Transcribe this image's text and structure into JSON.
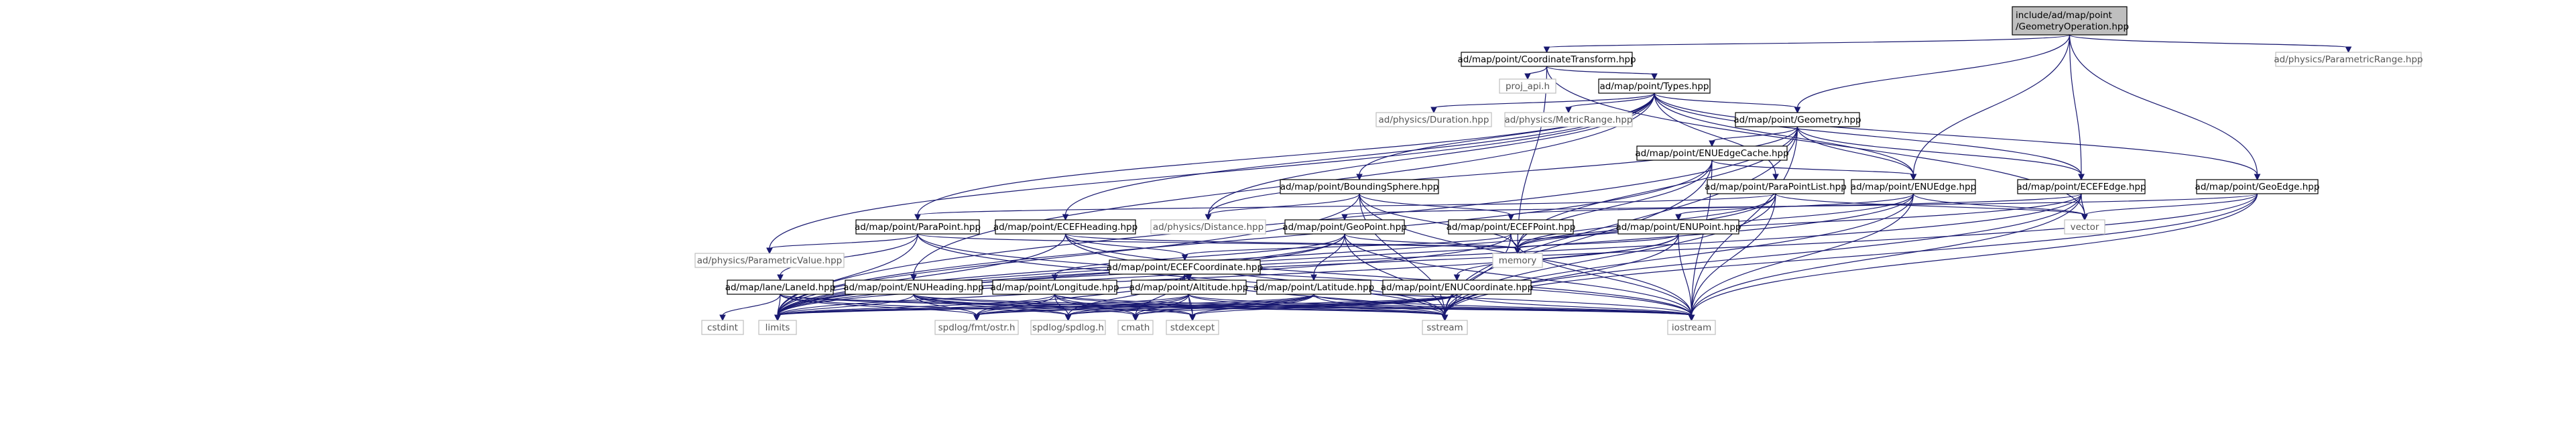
{
  "graph": {
    "root": "n_root",
    "nodes": [
      {
        "id": "n_root",
        "label": "include/ad/map/point\n/GeometryOperation.hpp",
        "kind": "root"
      },
      {
        "id": "n_coord",
        "label": "ad/map/point/CoordinateTransform.hpp",
        "kind": "doc"
      },
      {
        "id": "n_prange",
        "label": "ad/physics/ParametricRange.hpp",
        "kind": "ext"
      },
      {
        "id": "n_proj",
        "label": "proj_api.h",
        "kind": "ext"
      },
      {
        "id": "n_types",
        "label": "ad/map/point/Types.hpp",
        "kind": "doc"
      },
      {
        "id": "n_duration",
        "label": "ad/physics/Duration.hpp",
        "kind": "ext"
      },
      {
        "id": "n_metric",
        "label": "ad/physics/MetricRange.hpp",
        "kind": "ext"
      },
      {
        "id": "n_geometry",
        "label": "ad/map/point/Geometry.hpp",
        "kind": "doc"
      },
      {
        "id": "n_enuedgecache",
        "label": "ad/map/point/ENUEdgeCache.hpp",
        "kind": "doc"
      },
      {
        "id": "n_bsphere",
        "label": "ad/map/point/BoundingSphere.hpp",
        "kind": "doc"
      },
      {
        "id": "n_parapointlist",
        "label": "ad/map/point/ParaPointList.hpp",
        "kind": "doc"
      },
      {
        "id": "n_enuedge",
        "label": "ad/map/point/ENUEdge.hpp",
        "kind": "doc"
      },
      {
        "id": "n_ecefedge",
        "label": "ad/map/point/ECEFEdge.hpp",
        "kind": "doc"
      },
      {
        "id": "n_geoedge",
        "label": "ad/map/point/GeoEdge.hpp",
        "kind": "doc"
      },
      {
        "id": "n_parapoint",
        "label": "ad/map/point/ParaPoint.hpp",
        "kind": "doc"
      },
      {
        "id": "n_ecefheading",
        "label": "ad/map/point/ECEFHeading.hpp",
        "kind": "doc"
      },
      {
        "id": "n_distance",
        "label": "ad/physics/Distance.hpp",
        "kind": "ext"
      },
      {
        "id": "n_geopoint",
        "label": "ad/map/point/GeoPoint.hpp",
        "kind": "doc"
      },
      {
        "id": "n_ecefpoint",
        "label": "ad/map/point/ECEFPoint.hpp",
        "kind": "doc"
      },
      {
        "id": "n_enupoint",
        "label": "ad/map/point/ENUPoint.hpp",
        "kind": "doc"
      },
      {
        "id": "n_vector",
        "label": "vector",
        "kind": "ext"
      },
      {
        "id": "n_paramvalue",
        "label": "ad/physics/ParametricValue.hpp",
        "kind": "ext"
      },
      {
        "id": "n_memory",
        "label": "memory",
        "kind": "ext"
      },
      {
        "id": "n_laneid",
        "label": "ad/map/lane/LaneId.hpp",
        "kind": "doc"
      },
      {
        "id": "n_enuheading",
        "label": "ad/map/point/ENUHeading.hpp",
        "kind": "doc"
      },
      {
        "id": "n_longitude",
        "label": "ad/map/point/Longitude.hpp",
        "kind": "doc"
      },
      {
        "id": "n_altitude",
        "label": "ad/map/point/Altitude.hpp",
        "kind": "doc"
      },
      {
        "id": "n_ecefcoord",
        "label": "ad/map/point/ECEFCoordinate.hpp",
        "kind": "doc"
      },
      {
        "id": "n_latitude",
        "label": "ad/map/point/Latitude.hpp",
        "kind": "doc"
      },
      {
        "id": "n_enucoord",
        "label": "ad/map/point/ENUCoordinate.hpp",
        "kind": "doc"
      },
      {
        "id": "n_cstdint",
        "label": "cstdint",
        "kind": "ext"
      },
      {
        "id": "n_limits",
        "label": "limits",
        "kind": "ext"
      },
      {
        "id": "n_spdfmt",
        "label": "spdlog/fmt/ostr.h",
        "kind": "ext"
      },
      {
        "id": "n_spdlog",
        "label": "spdlog/spdlog.h",
        "kind": "ext"
      },
      {
        "id": "n_cmath",
        "label": "cmath",
        "kind": "ext"
      },
      {
        "id": "n_stdexcept",
        "label": "stdexcept",
        "kind": "ext"
      },
      {
        "id": "n_sstream",
        "label": "sstream",
        "kind": "ext"
      },
      {
        "id": "n_iostream",
        "label": "iostream",
        "kind": "ext"
      }
    ],
    "edges": [
      [
        "n_root",
        "n_coord"
      ],
      [
        "n_root",
        "n_prange"
      ],
      [
        "n_root",
        "n_geometry"
      ],
      [
        "n_root",
        "n_enuedge"
      ],
      [
        "n_root",
        "n_ecefedge"
      ],
      [
        "n_root",
        "n_geoedge"
      ],
      [
        "n_coord",
        "n_proj"
      ],
      [
        "n_coord",
        "n_types"
      ],
      [
        "n_coord",
        "n_memory"
      ],
      [
        "n_coord",
        "n_vector"
      ],
      [
        "n_types",
        "n_duration"
      ],
      [
        "n_types",
        "n_metric"
      ],
      [
        "n_types",
        "n_paramvalue"
      ],
      [
        "n_types",
        "n_geometry"
      ],
      [
        "n_types",
        "n_bsphere"
      ],
      [
        "n_types",
        "n_parapointlist"
      ],
      [
        "n_types",
        "n_enuedge"
      ],
      [
        "n_types",
        "n_ecefedge"
      ],
      [
        "n_types",
        "n_geoedge"
      ],
      [
        "n_types",
        "n_parapoint"
      ],
      [
        "n_types",
        "n_ecefheading"
      ],
      [
        "n_types",
        "n_enuheading"
      ],
      [
        "n_types",
        "n_distance"
      ],
      [
        "n_geometry",
        "n_enuedgecache"
      ],
      [
        "n_geometry",
        "n_enuedge"
      ],
      [
        "n_geometry",
        "n_ecefedge"
      ],
      [
        "n_geometry",
        "n_distance"
      ],
      [
        "n_geometry",
        "n_limits"
      ],
      [
        "n_geometry",
        "n_memory"
      ],
      [
        "n_geometry",
        "n_sstream"
      ],
      [
        "n_geometry",
        "n_iostream"
      ],
      [
        "n_enuedgecache",
        "n_enuedge"
      ],
      [
        "n_enuedgecache",
        "n_memory"
      ],
      [
        "n_enuedgecache",
        "n_limits"
      ],
      [
        "n_enuedgecache",
        "n_sstream"
      ],
      [
        "n_enuedgecache",
        "n_iostream"
      ],
      [
        "n_bsphere",
        "n_ecefpoint"
      ],
      [
        "n_bsphere",
        "n_distance"
      ],
      [
        "n_bsphere",
        "n_limits"
      ],
      [
        "n_bsphere",
        "n_memory"
      ],
      [
        "n_bsphere",
        "n_sstream"
      ],
      [
        "n_bsphere",
        "n_iostream"
      ],
      [
        "n_parapointlist",
        "n_parapoint"
      ],
      [
        "n_parapointlist",
        "n_vector"
      ],
      [
        "n_parapointlist",
        "n_limits"
      ],
      [
        "n_parapointlist",
        "n_memory"
      ],
      [
        "n_parapointlist",
        "n_sstream"
      ],
      [
        "n_parapointlist",
        "n_iostream"
      ],
      [
        "n_enuedge",
        "n_enupoint"
      ],
      [
        "n_enuedge",
        "n_vector"
      ],
      [
        "n_enuedge",
        "n_limits"
      ],
      [
        "n_enuedge",
        "n_memory"
      ],
      [
        "n_enuedge",
        "n_sstream"
      ],
      [
        "n_enuedge",
        "n_iostream"
      ],
      [
        "n_ecefedge",
        "n_ecefpoint"
      ],
      [
        "n_ecefedge",
        "n_vector"
      ],
      [
        "n_ecefedge",
        "n_limits"
      ],
      [
        "n_ecefedge",
        "n_memory"
      ],
      [
        "n_ecefedge",
        "n_sstream"
      ],
      [
        "n_ecefedge",
        "n_iostream"
      ],
      [
        "n_geoedge",
        "n_geopoint"
      ],
      [
        "n_geoedge",
        "n_vector"
      ],
      [
        "n_geoedge",
        "n_limits"
      ],
      [
        "n_geoedge",
        "n_sstream"
      ],
      [
        "n_geoedge",
        "n_iostream"
      ],
      [
        "n_parapoint",
        "n_paramvalue"
      ],
      [
        "n_parapoint",
        "n_laneid"
      ],
      [
        "n_parapoint",
        "n_limits"
      ],
      [
        "n_parapoint",
        "n_memory"
      ],
      [
        "n_parapoint",
        "n_sstream"
      ],
      [
        "n_parapoint",
        "n_iostream"
      ],
      [
        "n_ecefheading",
        "n_ecefcoord"
      ],
      [
        "n_ecefheading",
        "n_limits"
      ],
      [
        "n_ecefheading",
        "n_memory"
      ],
      [
        "n_ecefheading",
        "n_sstream"
      ],
      [
        "n_ecefheading",
        "n_iostream"
      ],
      [
        "n_geopoint",
        "n_longitude"
      ],
      [
        "n_geopoint",
        "n_latitude"
      ],
      [
        "n_geopoint",
        "n_altitude"
      ],
      [
        "n_geopoint",
        "n_limits"
      ],
      [
        "n_geopoint",
        "n_memory"
      ],
      [
        "n_geopoint",
        "n_sstream"
      ],
      [
        "n_geopoint",
        "n_iostream"
      ],
      [
        "n_ecefpoint",
        "n_ecefcoord"
      ],
      [
        "n_ecefpoint",
        "n_limits"
      ],
      [
        "n_ecefpoint",
        "n_memory"
      ],
      [
        "n_ecefpoint",
        "n_sstream"
      ],
      [
        "n_ecefpoint",
        "n_iostream"
      ],
      [
        "n_enupoint",
        "n_enucoord"
      ],
      [
        "n_enupoint",
        "n_limits"
      ],
      [
        "n_enupoint",
        "n_memory"
      ],
      [
        "n_enupoint",
        "n_sstream"
      ],
      [
        "n_enupoint",
        "n_iostream"
      ],
      [
        "n_laneid",
        "n_cstdint"
      ],
      [
        "n_laneid",
        "n_limits"
      ],
      [
        "n_laneid",
        "n_spdfmt"
      ],
      [
        "n_laneid",
        "n_spdlog"
      ],
      [
        "n_laneid",
        "n_sstream"
      ],
      [
        "n_laneid",
        "n_iostream"
      ],
      [
        "n_enuheading",
        "n_limits"
      ],
      [
        "n_enuheading",
        "n_cmath"
      ],
      [
        "n_enuheading",
        "n_stdexcept"
      ],
      [
        "n_enuheading",
        "n_spdfmt"
      ],
      [
        "n_enuheading",
        "n_spdlog"
      ],
      [
        "n_enuheading",
        "n_sstream"
      ],
      [
        "n_enuheading",
        "n_iostream"
      ],
      [
        "n_longitude",
        "n_limits"
      ],
      [
        "n_longitude",
        "n_cmath"
      ],
      [
        "n_longitude",
        "n_stdexcept"
      ],
      [
        "n_longitude",
        "n_spdfmt"
      ],
      [
        "n_longitude",
        "n_spdlog"
      ],
      [
        "n_longitude",
        "n_sstream"
      ],
      [
        "n_longitude",
        "n_iostream"
      ],
      [
        "n_altitude",
        "n_limits"
      ],
      [
        "n_altitude",
        "n_cmath"
      ],
      [
        "n_altitude",
        "n_stdexcept"
      ],
      [
        "n_altitude",
        "n_spdfmt"
      ],
      [
        "n_altitude",
        "n_spdlog"
      ],
      [
        "n_altitude",
        "n_sstream"
      ],
      [
        "n_altitude",
        "n_iostream"
      ],
      [
        "n_ecefcoord",
        "n_limits"
      ],
      [
        "n_ecefcoord",
        "n_cmath"
      ],
      [
        "n_ecefcoord",
        "n_stdexcept"
      ],
      [
        "n_ecefcoord",
        "n_spdfmt"
      ],
      [
        "n_ecefcoord",
        "n_spdlog"
      ],
      [
        "n_ecefcoord",
        "n_sstream"
      ],
      [
        "n_ecefcoord",
        "n_iostream"
      ],
      [
        "n_latitude",
        "n_limits"
      ],
      [
        "n_latitude",
        "n_cmath"
      ],
      [
        "n_latitude",
        "n_stdexcept"
      ],
      [
        "n_latitude",
        "n_spdfmt"
      ],
      [
        "n_latitude",
        "n_spdlog"
      ],
      [
        "n_latitude",
        "n_sstream"
      ],
      [
        "n_latitude",
        "n_iostream"
      ],
      [
        "n_enucoord",
        "n_limits"
      ],
      [
        "n_enucoord",
        "n_cmath"
      ],
      [
        "n_enucoord",
        "n_stdexcept"
      ],
      [
        "n_enucoord",
        "n_spdfmt"
      ],
      [
        "n_enucoord",
        "n_spdlog"
      ],
      [
        "n_enucoord",
        "n_sstream"
      ],
      [
        "n_enucoord",
        "n_iostream"
      ]
    ]
  }
}
